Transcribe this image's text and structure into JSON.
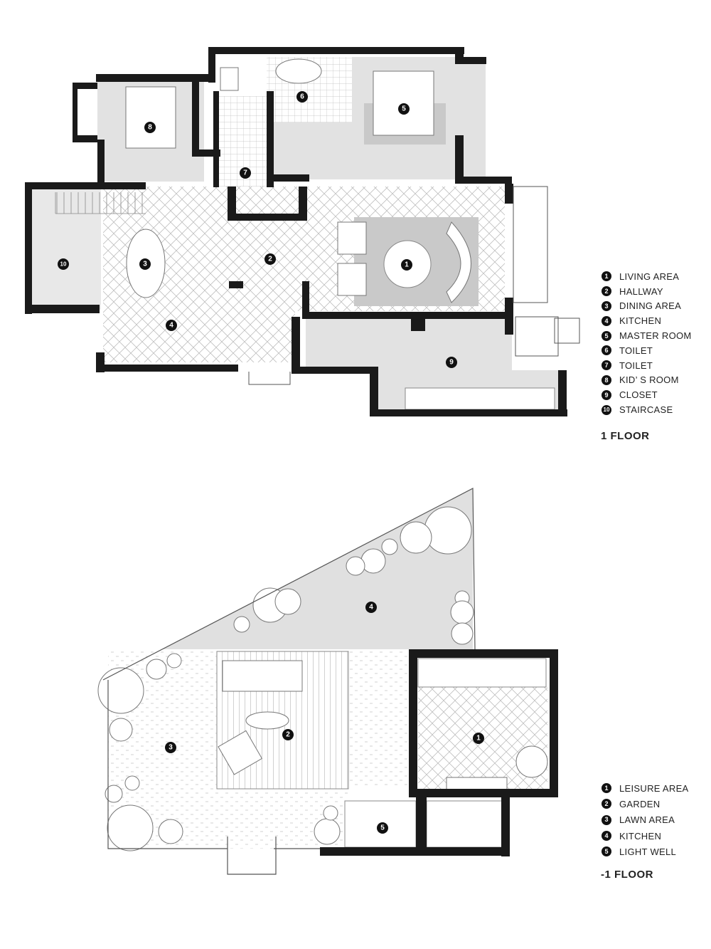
{
  "floor1": {
    "title": "1 FLOOR",
    "rooms": [
      {
        "num": "1",
        "label": "LIVING AREA"
      },
      {
        "num": "2",
        "label": "HALLWAY"
      },
      {
        "num": "3",
        "label": "DINING AREA"
      },
      {
        "num": "4",
        "label": "KITCHEN"
      },
      {
        "num": "5",
        "label": "MASTER ROOM"
      },
      {
        "num": "6",
        "label": "TOILET"
      },
      {
        "num": "7",
        "label": "TOILET"
      },
      {
        "num": "8",
        "label": "KID’ S ROOM"
      },
      {
        "num": "9",
        "label": "CLOSET"
      },
      {
        "num": "10",
        "label": "STAIRCASE"
      }
    ]
  },
  "floor_minus1": {
    "title": "-1 FLOOR",
    "rooms": [
      {
        "num": "1",
        "label": "LEISURE AREA"
      },
      {
        "num": "2",
        "label": "GARDEN"
      },
      {
        "num": "3",
        "label": "LAWN AREA"
      },
      {
        "num": "4",
        "label": "KITCHEN"
      },
      {
        "num": "5",
        "label": "LIGHT WELL"
      }
    ]
  }
}
